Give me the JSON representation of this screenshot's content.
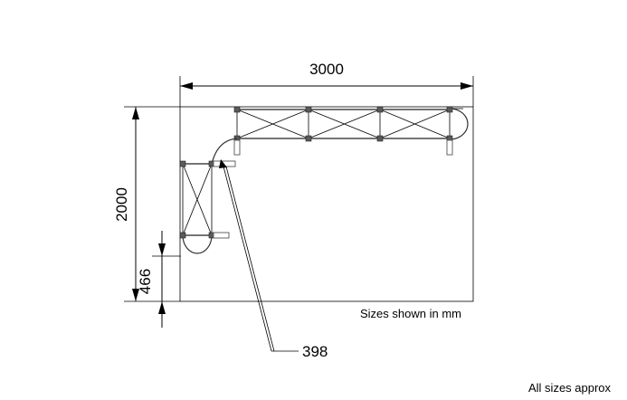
{
  "dimensions": {
    "width_mm": "3000",
    "depth_mm": "2000",
    "return_offset_mm": "466",
    "leader_mm": "398"
  },
  "notes": {
    "units_note": "Sizes shown in mm",
    "approx_note": "All sizes approx"
  }
}
